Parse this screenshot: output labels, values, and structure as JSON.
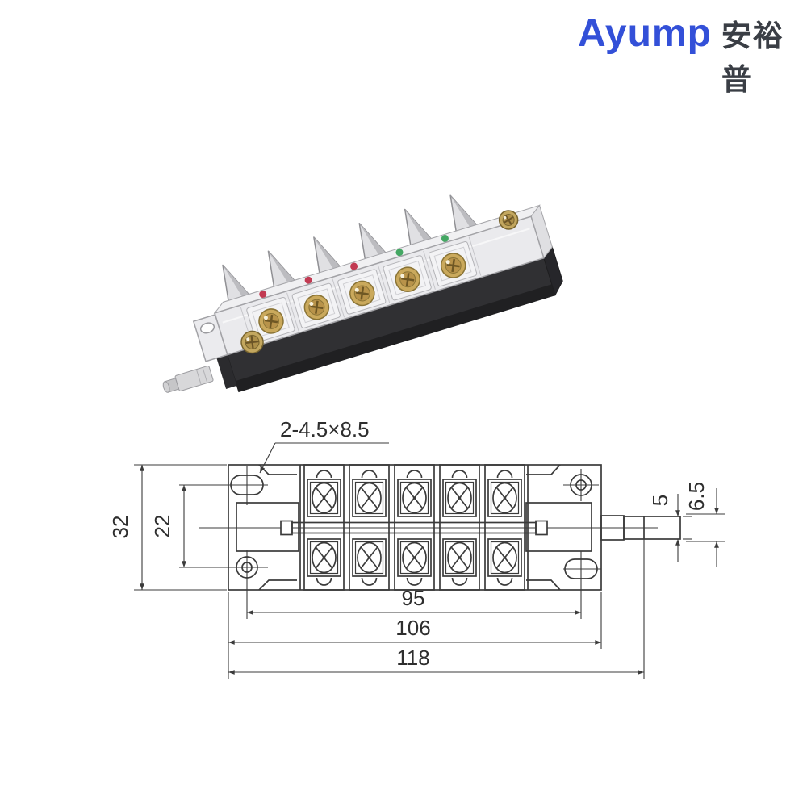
{
  "logo": {
    "brand": "Ayump",
    "chinese": "安裕普"
  },
  "colors": {
    "logo_blue": "#3350d8",
    "drawing_line": "#3b3b3b",
    "indicator_red": "#c23a52",
    "indicator_green": "#44a763",
    "brass": "#c6a75d",
    "base_black": "#303033",
    "cover_clear": "#e9e9ec"
  },
  "drawing": {
    "dims": {
      "slot_note": "2-4.5×8.5",
      "overall_height": "32",
      "hole_row_spacing": "22",
      "tab_width": "5",
      "tab_height": "6.5",
      "mount_hole_span": "95",
      "body_length": "106",
      "overall_length": "118"
    }
  }
}
